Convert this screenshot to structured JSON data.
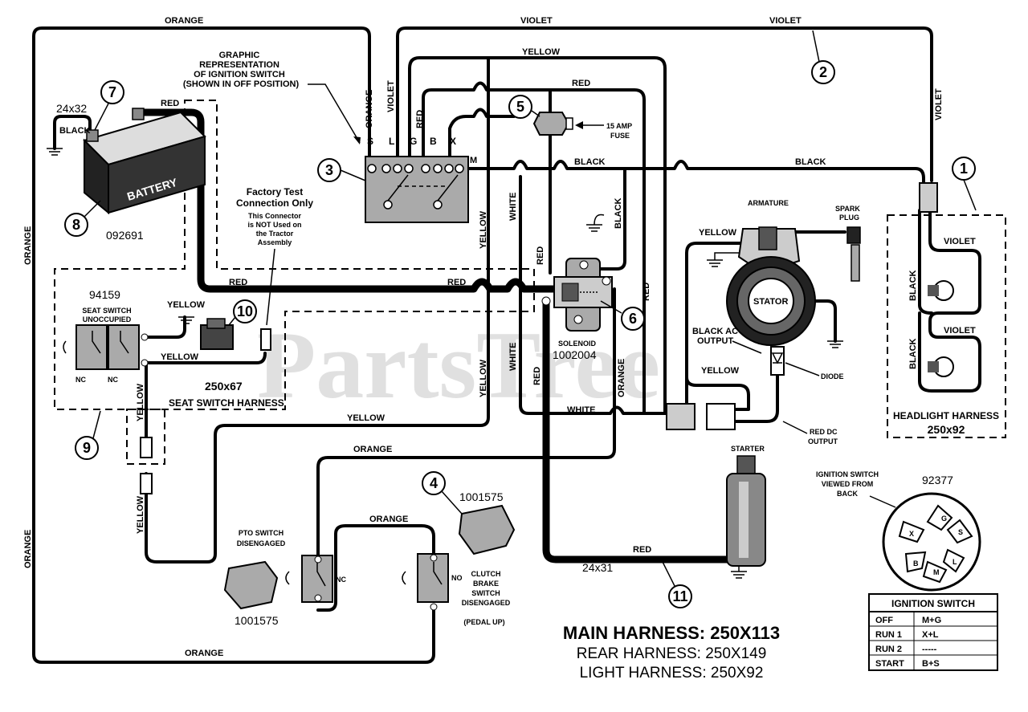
{
  "watermark": "PartsTree",
  "wire_labels": {
    "orange_top": "ORANGE",
    "orange_left_upper": "ORANGE",
    "orange_left_lower": "ORANGE",
    "orange_bottom": "ORANGE",
    "orange_mid": "ORANGE",
    "orange_pto": "ORANGE",
    "orange_ign": "ORANGE",
    "orange_solenoid": "ORANGE",
    "violet_top1": "VIOLET",
    "violet_top2": "VIOLET",
    "violet_ign": "VIOLET",
    "violet_right": "VIOLET",
    "violet_light1": "VIOLET",
    "violet_light2": "VIOLET",
    "yellow_top": "YELLOW",
    "yellow_seat1": "YELLOW",
    "yellow_seat2": "YELLOW",
    "yellow_harness": "YELLOW",
    "yellow_v1": "YELLOW",
    "yellow_v2": "YELLOW",
    "yellow_v3": "YELLOW",
    "yellow_v4": "YELLOW",
    "yellow_arm": "YELLOW",
    "yellow_stator": "YELLOW",
    "red_bat": "RED",
    "red_main1": "RED",
    "red_main2": "RED",
    "red_top": "RED",
    "red_ign": "RED",
    "red_sol": "RED",
    "red_v1": "RED",
    "red_v2": "RED",
    "red_starter": "RED",
    "black_bat": "BLACK",
    "black_m": "BLACK",
    "black_right": "BLACK",
    "black_sol": "BLACK",
    "black_light1": "BLACK",
    "black_light2": "BLACK",
    "white_v1": "WHITE",
    "white_v2": "WHITE",
    "white_h": "WHITE"
  },
  "ignition_graphic": {
    "title1": "GRAPHIC",
    "title2": "REPRESENTATION",
    "title3": "OF IGNITION SWITCH",
    "title4": "(SHOWN IN OFF POSITION)",
    "terminals": [
      "S",
      "L",
      "G",
      "B",
      "X"
    ],
    "m_terminal": "M"
  },
  "fuse": {
    "label1": "15 AMP",
    "label2": "FUSE"
  },
  "battery": {
    "label": "BATTERY",
    "cable": "24x32",
    "part": "092691"
  },
  "factory_test": {
    "title1": "Factory Test",
    "title2": "Connection Only",
    "note1": "This Connector",
    "note2": "is NOT Used on",
    "note3": "the Tractor",
    "note4": "Assembly"
  },
  "seat_switch": {
    "part": "94159",
    "title1": "SEAT SWITCH",
    "title2": "UNOCCUPIED",
    "nc1": "NC",
    "nc2": "NC",
    "harness_part": "250x67",
    "harness_name": "SEAT SWITCH HARNESS"
  },
  "solenoid": {
    "label": "SOLENOID",
    "part": "1002004"
  },
  "engine": {
    "armature": "ARMATURE",
    "spark1": "SPARK",
    "spark2": "PLUG",
    "stator": "STATOR",
    "black_ac1": "BLACK AC",
    "black_ac2": "OUTPUT",
    "diode": "DIODE",
    "red_dc1": "RED DC",
    "red_dc2": "OUTPUT",
    "starter": "STARTER",
    "starter_cable": "24x31"
  },
  "headlight": {
    "title": "HEADLIGHT HARNESS",
    "part": "250x92"
  },
  "pto": {
    "title1": "PTO SWITCH",
    "title2": "DISENGAGED",
    "nc": "NC",
    "part": "1001575"
  },
  "clutch": {
    "part": "1001575",
    "no": "NO",
    "title1": "CLUTCH",
    "title2": "BRAKE",
    "title3": "SWITCH",
    "title4": "DISENGAGED",
    "title5": "(PEDAL UP)"
  },
  "ign_back": {
    "title1": "IGNITION SWITCH",
    "title2": "VIEWED FROM",
    "title3": "BACK",
    "part": "92377",
    "pins": [
      "G",
      "S",
      "X",
      "L",
      "B",
      "M"
    ]
  },
  "ign_table": {
    "title": "IGNITION SWITCH",
    "rows": [
      {
        "pos": "OFF",
        "conn": "M+G"
      },
      {
        "pos": "RUN 1",
        "conn": "X+L"
      },
      {
        "pos": "RUN 2",
        "conn": "-----"
      },
      {
        "pos": "START",
        "conn": "B+S"
      }
    ]
  },
  "callouts": [
    "1",
    "2",
    "3",
    "4",
    "5",
    "6",
    "7",
    "8",
    "9",
    "10",
    "11"
  ],
  "harness_titles": {
    "main": "MAIN HARNESS: 250X113",
    "rear": "REAR HARNESS: 250X149",
    "light": "LIGHT HARNESS: 250X92"
  }
}
